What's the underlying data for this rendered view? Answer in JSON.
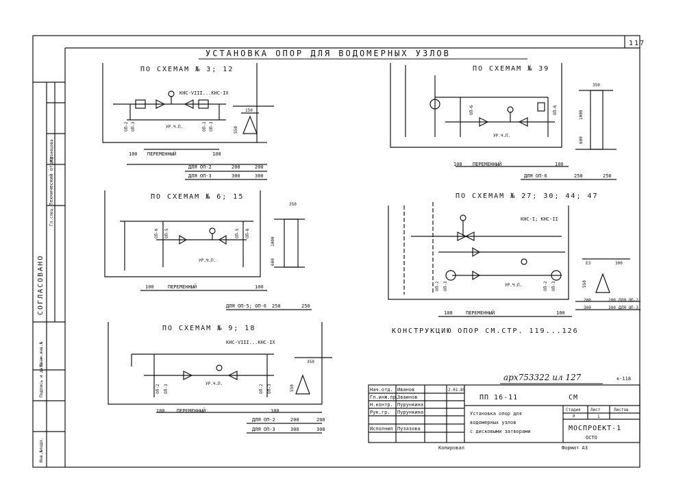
{
  "sheet_number": "117",
  "title": "УСТАНОВКА ОПОР ДЛЯ ВОДОМЕРНЫХ УЗЛОВ",
  "side_panel": {
    "agreed": "СОГЛАСОВАНО",
    "department": "Технический отдел",
    "rows": [
      {
        "role": "Гл.спец.",
        "name": ""
      },
      {
        "role": "Кузнецова",
        "name": ""
      },
      {
        "role": "",
        "name": ""
      },
      {
        "role": "",
        "name": ""
      }
    ],
    "lower": [
      "Взам.инв.№",
      "Подпись и дата",
      "Инв.№подл."
    ]
  },
  "schemes": {
    "s1": {
      "heading": "ПО СХЕМАМ № 3; 12",
      "kns": "КНС-VIII...КНС-IX",
      "op_left": "ОП-2",
      "op_left2": "ОП-3",
      "op_right": "ОП-2",
      "op_right2": "ОП-3",
      "floor": "УР.Ч.П.",
      "dim_100a": "100",
      "var": "ПЕРЕМЕННЫЙ",
      "dim_100b": "100",
      "dim_150": "150",
      "dim_550": "550",
      "for1": "ДЛЯ ОП-2",
      "for1_a": "200",
      "for1_b": "200",
      "for2": "ДЛЯ ОП-3",
      "for2_a": "300",
      "for2_b": "300"
    },
    "s2": {
      "heading": "ПО СХЕМАМ № 39",
      "op_left": "ОП-6",
      "op_right": "ОП-6",
      "floor": "УР.Ч.П.",
      "dim_100a": "100",
      "var": "ПЕРЕМЕННЫЙ",
      "dim_100b": "100",
      "dim_350": "350",
      "dim_1000": "1000",
      "dim_600": "600",
      "for1": "ДЛЯ ОП-6",
      "for1_a": "250",
      "for1_b": "250"
    },
    "s3": {
      "heading": "ПО СХЕМАМ № 6; 15",
      "op_a": "ОП-6",
      "op_b": "ОП-5",
      "op_c": "ОП-5",
      "op_d": "ОП-6",
      "floor": "УР.Ч.П.",
      "dim_100a": "100",
      "var": "ПЕРЕМЕННЫЙ",
      "dim_100b": "100",
      "dim_350": "350",
      "dim_1000": "1000",
      "dim_600": "600",
      "for1": "ДЛЯ ОП-5; ОП-6",
      "for1_a": "250",
      "for1_b": "250"
    },
    "s4": {
      "heading": "ПО СХЕМАМ № 27; 30; 44; 47",
      "kns": "КНС-I; КНС-II",
      "op_a": "ОП-2",
      "op_b": "ОП-3",
      "op_c": "ОП-2",
      "op_d": "ОП-3",
      "floor": "УР.Ч.П.",
      "dim_100a": "100",
      "var": "ПЕРЕМЕННЫЙ",
      "dim_100b": "100",
      "dim_e3": "E3",
      "dim_300": "300",
      "dim_550": "550",
      "for1_a": "200",
      "for1_b": "200",
      "for1": "ДЛЯ ОП-2",
      "for2_a": "300",
      "for2_b": "300",
      "for2": "ДЛЯ ОП-3"
    },
    "s5": {
      "heading": "ПО СХЕМАМ № 9; 18",
      "kns": "КНС-VIII...КНС-IX",
      "op_a": "ОП-2",
      "op_b": "ОП-3",
      "op_c": "ОП-2",
      "op_d": "ОП-3",
      "floor": "УР.Ч.П.",
      "dim_100a": "100",
      "var": "ПЕРЕМЕННЫЙ",
      "dim_100b": "100",
      "dim_350": "350",
      "dim_550": "550",
      "for1": "ДЛЯ ОП-2",
      "for1_a": "200",
      "for1_b": "200",
      "for2": "ДЛЯ ОП-3",
      "for2_a": "300",
      "for2_b": "300"
    }
  },
  "construction_note": "КОНСТРУКЦИЮ ОПОР СМ.СТР. 119...126",
  "archive_stamp": "арх753322 ил 127",
  "archive_page": "к-118",
  "title_block": {
    "staff": [
      {
        "role": "Нач.отд.",
        "name": "Иванов",
        "date": "2.01.85"
      },
      {
        "role": "Гл.инж.пр.",
        "name": "Зваинов",
        "date": ""
      },
      {
        "role": "Н.контр.",
        "name": "Пурункина",
        "date": ""
      },
      {
        "role": "Рук.гр.",
        "name": "Пурункина",
        "date": ""
      },
      {
        "role": "Исполнил",
        "name": "Пузазова",
        "date": ""
      }
    ],
    "code": "ПП 16-11",
    "suffix": "СМ",
    "description": [
      "Установка опор для",
      "водомерных узлов",
      "с дисковыми затворами"
    ],
    "stage_label": "Стадия",
    "sheet_label": "Лист",
    "sheets_label": "Листов",
    "stage_value": "Р",
    "sheet_value": "1",
    "org": "МОСПРОЕКТ-1",
    "org2": "ОСТО",
    "copied": "Копировал",
    "format": "Формат А3"
  }
}
